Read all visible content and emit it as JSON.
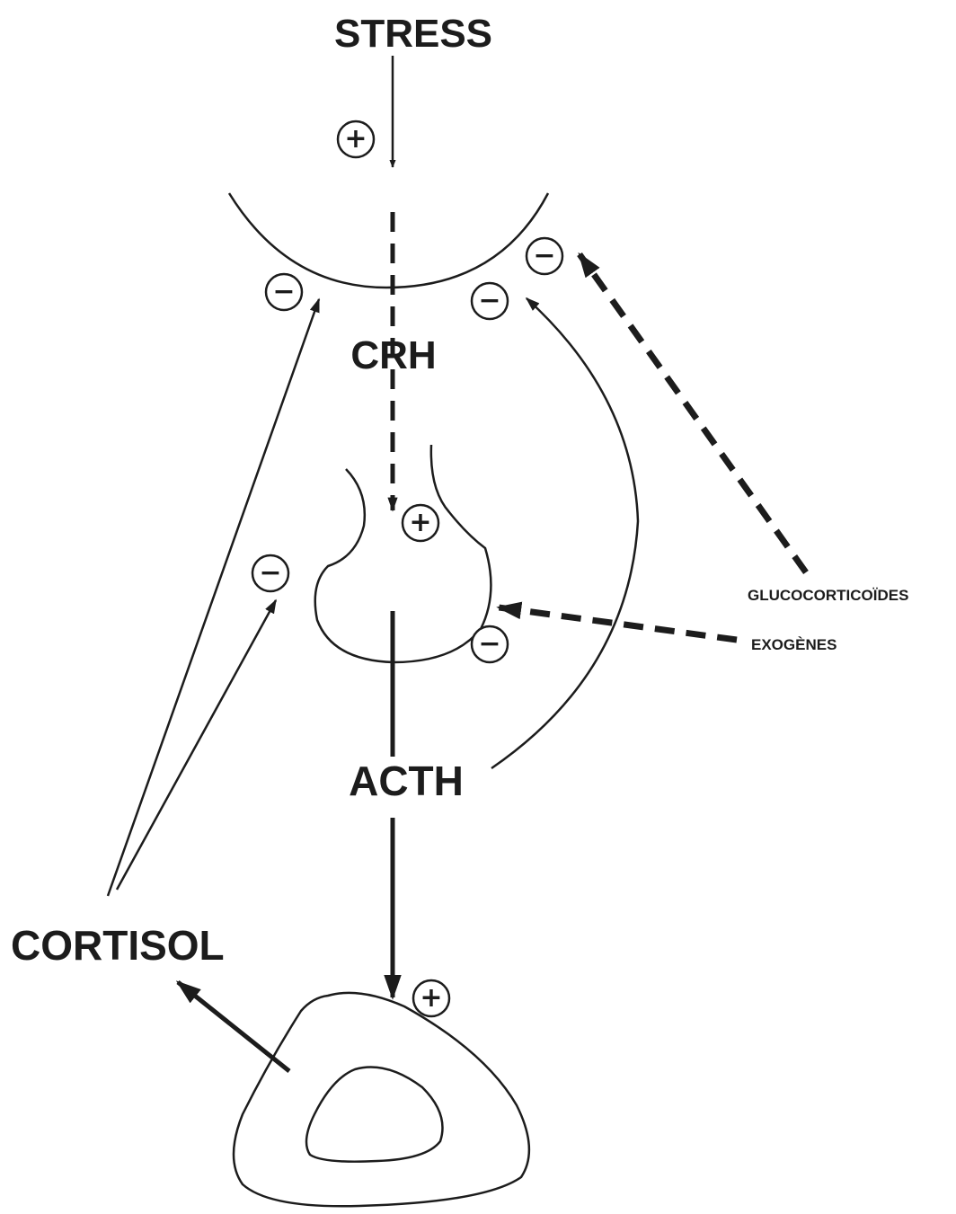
{
  "labels": {
    "stress": "STRESS",
    "crh": "CRH",
    "acth": "ACTH",
    "cortisol": "CORTISOL",
    "glucocorticoides": "GLUCOCORTICOÏDES",
    "exogenes": "EXOGÈNES"
  },
  "signs": {
    "plus": "+",
    "minus": "−"
  },
  "colors": {
    "ink": "#1c1c1c",
    "background": "#ffffff"
  }
}
